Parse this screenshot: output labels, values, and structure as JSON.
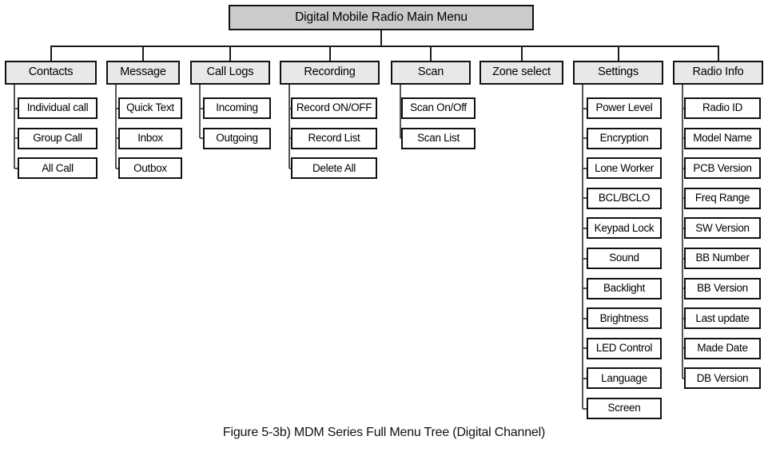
{
  "figure": {
    "title": "Digital Mobile Radio Main Menu",
    "caption": "Figure 5-3b) MDM Series Full Menu Tree (Digital Channel)",
    "colors": {
      "title_fill": "#cbcbcb",
      "parent_fill": "#e8e8e8",
      "child_fill": "#ffffff",
      "line": "#1a1a1a",
      "rail": "#555555",
      "text": "#000000",
      "background": "#ffffff"
    }
  },
  "chart_data": {
    "type": "diagram",
    "diagram_type": "tree",
    "title": "Digital Mobile Radio Main Menu",
    "root": "Digital Mobile Radio Main Menu",
    "branch_count": 8,
    "total_leaf_count": 34,
    "branches": [
      {
        "label": "Contacts",
        "children": [
          "Individual call",
          "Group Call",
          "All Call"
        ]
      },
      {
        "label": "Message",
        "children": [
          "Quick Text",
          "Inbox",
          "Outbox"
        ]
      },
      {
        "label": "Call Logs",
        "children": [
          "Incoming",
          "Outgoing"
        ]
      },
      {
        "label": "Recording",
        "children": [
          "Record ON/OFF",
          "Record List",
          "Delete All"
        ]
      },
      {
        "label": "Scan",
        "children": [
          "Scan On/Off",
          "Scan List"
        ]
      },
      {
        "label": "Zone select",
        "children": []
      },
      {
        "label": "Settings",
        "children": [
          "Power Level",
          "Encryption",
          "Lone Worker",
          "BCL/BCLO",
          "Keypad Lock",
          "Sound",
          "Backlight",
          "Brightness",
          "LED Control",
          "Language",
          "Screen"
        ]
      },
      {
        "label": "Radio Info",
        "children": [
          "Radio ID",
          "Model Name",
          "PCB Version",
          "Freq Range",
          "SW Version",
          "BB Number",
          "BB Version",
          "Last update",
          "Made Date",
          "DB Version"
        ]
      }
    ]
  }
}
